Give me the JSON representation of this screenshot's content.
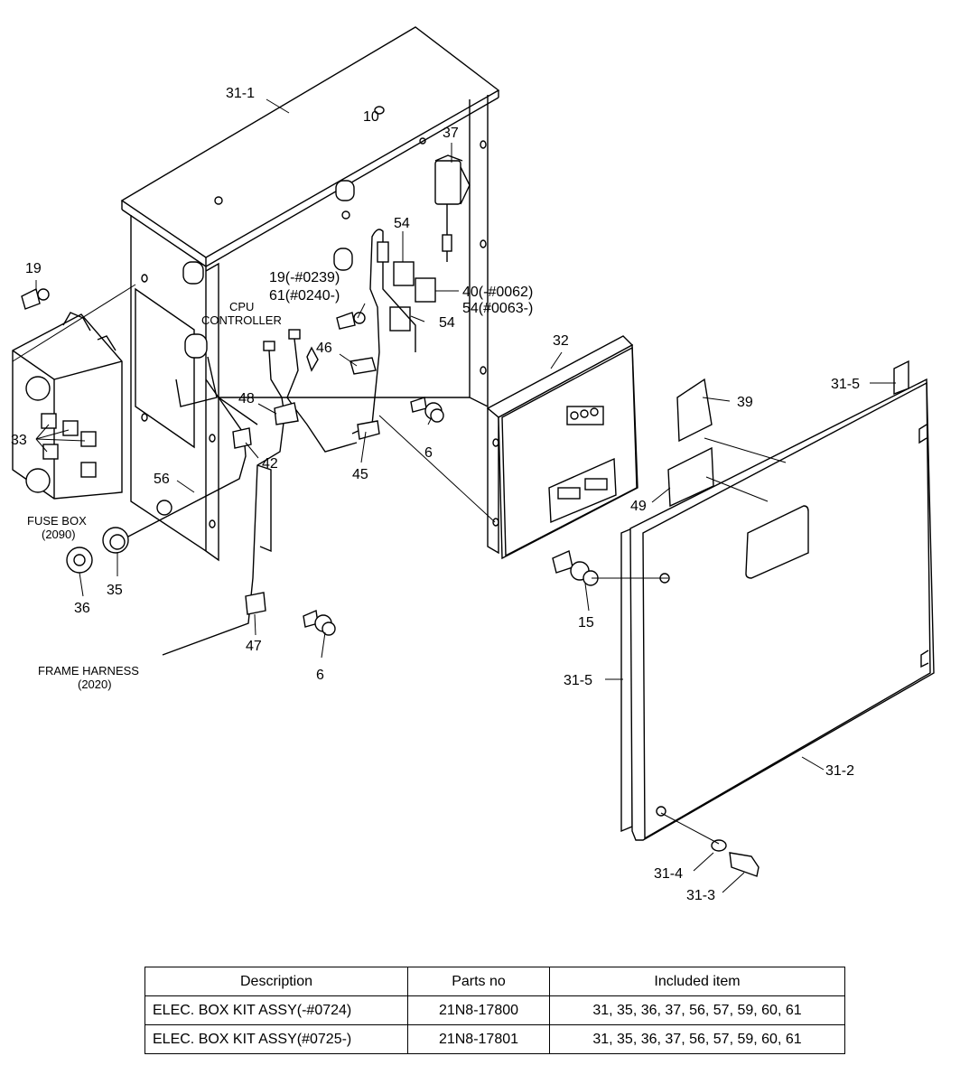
{
  "diagram": {
    "callouts": {
      "c31_1": "31-1",
      "c10": "10",
      "c37": "37",
      "c54a": "54",
      "c54b": "54",
      "c19a": "19",
      "c19b": "19(-#0239)",
      "c61": "61(#0240-)",
      "c40": "40(-#0062)",
      "c54c": "54(#0063-)",
      "c46": "46",
      "c48": "48",
      "c42": "42",
      "c45": "45",
      "c6a": "6",
      "c6b": "6",
      "c33": "33",
      "c56": "56",
      "c35": "35",
      "c36": "36",
      "c47": "47",
      "c32": "32",
      "c15": "15",
      "c39": "39",
      "c49": "49",
      "c31_5a": "31-5",
      "c31_5b": "31-5",
      "c31_2": "31-2",
      "c31_4": "31-4",
      "c31_3": "31-3"
    },
    "notes": {
      "cpu_1": "CPU",
      "cpu_2": "CONTROLLER",
      "fuse_1": "FUSE BOX",
      "fuse_2": "(2090)",
      "frame_1": "FRAME HARNESS",
      "frame_2": "(2020)"
    }
  },
  "parts_table": {
    "headers": [
      "Description",
      "Parts no",
      "Included item"
    ],
    "rows": [
      [
        "ELEC. BOX KIT ASSY(-#0724)",
        "21N8-17800",
        "31, 35, 36, 37, 56, 57, 59, 60, 61"
      ],
      [
        "ELEC. BOX KIT ASSY(#0725-)",
        "21N8-17801",
        "31, 35, 36, 37, 56, 57, 59, 60, 61"
      ]
    ]
  }
}
